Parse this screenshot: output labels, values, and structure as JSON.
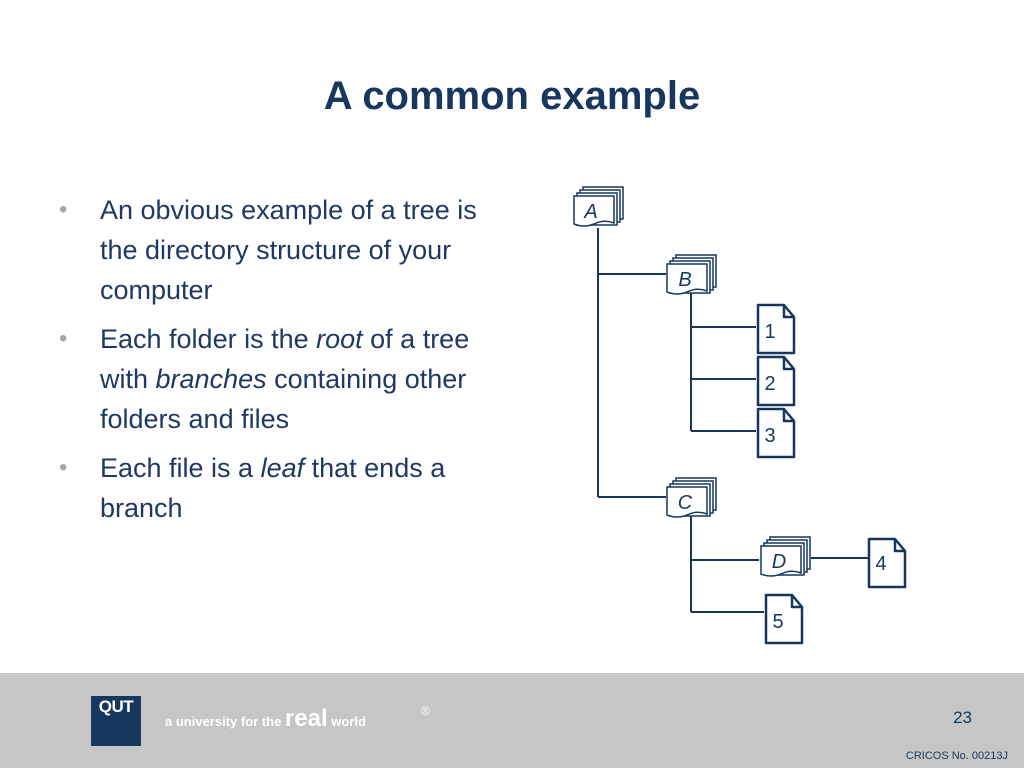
{
  "title": "A common example",
  "bullets": [
    {
      "parts": [
        {
          "t": "An obvious example of a tree is the directory structure of your computer"
        }
      ]
    },
    {
      "parts": [
        {
          "t": "Each folder is the "
        },
        {
          "t": "root",
          "i": true
        },
        {
          "t": " of a tree with "
        },
        {
          "t": "branches",
          "i": true
        },
        {
          "t": " containing other folders and files"
        }
      ]
    },
    {
      "parts": [
        {
          "t": "Each file is a "
        },
        {
          "t": "leaf",
          "i": true
        },
        {
          "t": " that ends a branch"
        }
      ]
    }
  ],
  "tree": {
    "folders": [
      "A",
      "B",
      "C",
      "D"
    ],
    "files": [
      "1",
      "2",
      "3",
      "4",
      "5"
    ]
  },
  "footer": {
    "logo": "QUT",
    "tagline_prefix": "a university for the ",
    "tagline_real": "real",
    "tagline_suffix": " world",
    "registered": "®",
    "page_number": "23",
    "cricos": "CRICOS No. 00213J"
  },
  "colors": {
    "primary": "#17375e",
    "footer_bg": "#c6c6c6",
    "bullet": "#a6a6a6"
  }
}
